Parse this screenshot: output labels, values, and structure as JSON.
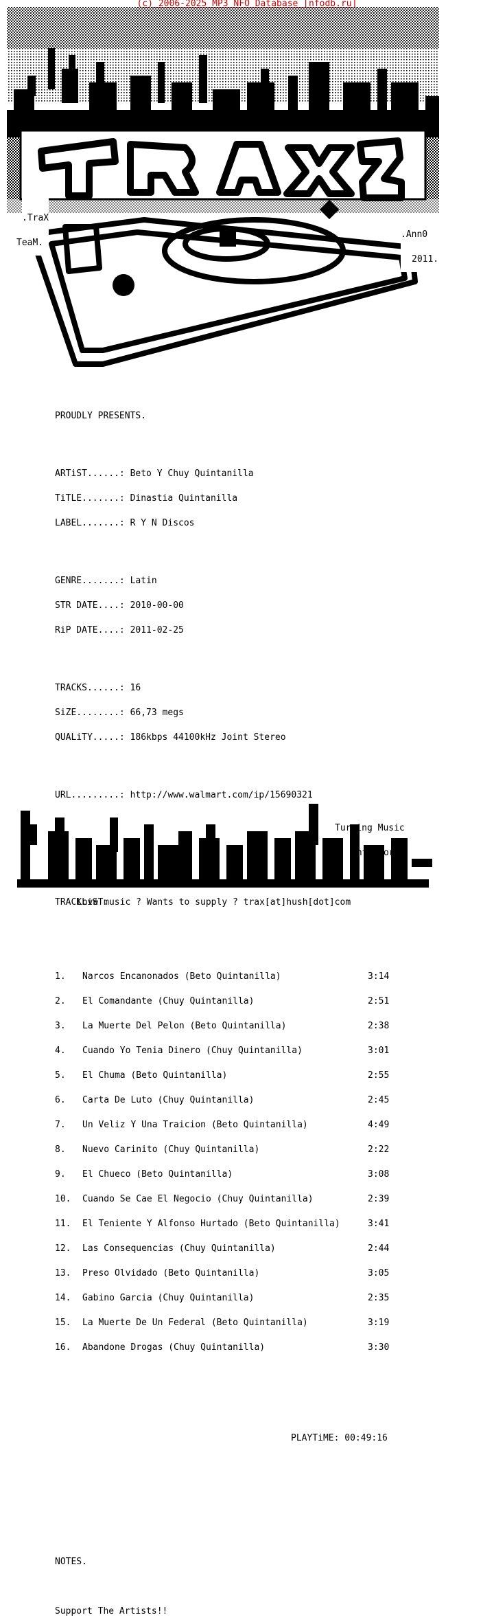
{
  "copyright": "(c) 2006-2025 MP3 NFO Database [nfodb.ru]",
  "art": {
    "crew_tag_1": ".TraX",
    "crew_tag_2": "TeaM.",
    "year_tag_1": ".Ann0",
    "year_tag_2": "2011.",
    "tagline_1": "Turning Music",
    "tagline_2": "Into Porn."
  },
  "presents": "PROUDLY PRESENTS.",
  "info": {
    "artist_label": "ARTiST......:",
    "artist": "Beto Y Chuy Quintanilla",
    "title_label": "TiTLE.......:",
    "title": "Dinastia Quintanilla",
    "label_label": "LABEL.......:",
    "label": "R Y N Discos",
    "genre_label": "GENRE.......:",
    "genre": "Latin",
    "str_label": "STR DATE....:",
    "str_date": "2010-00-00",
    "rip_label": "RiP DATE....:",
    "rip_date": "2011-02-25",
    "tracks_label": "TRACKS......:",
    "tracks": "16",
    "size_label": "SiZE........:",
    "size": "66,73 megs",
    "quality_label": "QUALiTY.....:",
    "quality": "186kbps 44100kHz Joint Stereo",
    "url_label": "URL.........:",
    "url": "http://www.walmart.com/ip/15690321"
  },
  "tracklist_heading": "TRACKLiST.",
  "tracks": [
    {
      "no": "1.",
      "title": "Narcos Encanonados (Beto Quintanilla)",
      "time": "3:14"
    },
    {
      "no": "2.",
      "title": "El Comandante (Chuy Quintanilla)",
      "time": "2:51"
    },
    {
      "no": "3.",
      "title": "La Muerte Del Pelon (Beto Quintanilla)",
      "time": "2:38"
    },
    {
      "no": "4.",
      "title": "Cuando Yo Tenia Dinero (Chuy Quintanilla)",
      "time": "3:01"
    },
    {
      "no": "5.",
      "title": "El Chuma (Beto Quintanilla)",
      "time": "2:55"
    },
    {
      "no": "6.",
      "title": "Carta De Luto (Chuy Quintanilla)",
      "time": "2:45"
    },
    {
      "no": "7.",
      "title": "Un Veliz Y Una Traicion (Beto Quintanilla)",
      "time": "4:49"
    },
    {
      "no": "8.",
      "title": "Nuevo Carinito (Chuy Quintanilla)",
      "time": "2:22"
    },
    {
      "no": "9.",
      "title": "El Chueco (Beto Quintanilla)",
      "time": "3:08"
    },
    {
      "no": "10.",
      "title": "Cuando Se Cae El Negocio (Chuy Quintanilla)",
      "time": "2:39"
    },
    {
      "no": "11.",
      "title": "El Teniente Y Alfonso Hurtado (Beto Quintanilla)",
      "time": "3:41"
    },
    {
      "no": "12.",
      "title": "Las Consequencias (Chuy Quintanilla)",
      "time": "2:44"
    },
    {
      "no": "13.",
      "title": "Preso Olvidado (Beto Quintanilla)",
      "time": "3:05"
    },
    {
      "no": "14.",
      "title": "Gabino Garcia (Chuy Quintanilla)",
      "time": "2:35"
    },
    {
      "no": "15.",
      "title": "La Muerte De Un Federal (Beto Quintanilla)",
      "time": "3:19"
    },
    {
      "no": "16.",
      "title": "Abandone Drogas (Chuy Quintanilla)",
      "time": "3:30"
    }
  ],
  "playtime": "PLAYTiME: 00:49:16",
  "notes_heading": "NOTES.",
  "notes_text": "Support The Artists!!",
  "footer": "Love music ? Wants to supply ? trax[at]hush[dot]com"
}
